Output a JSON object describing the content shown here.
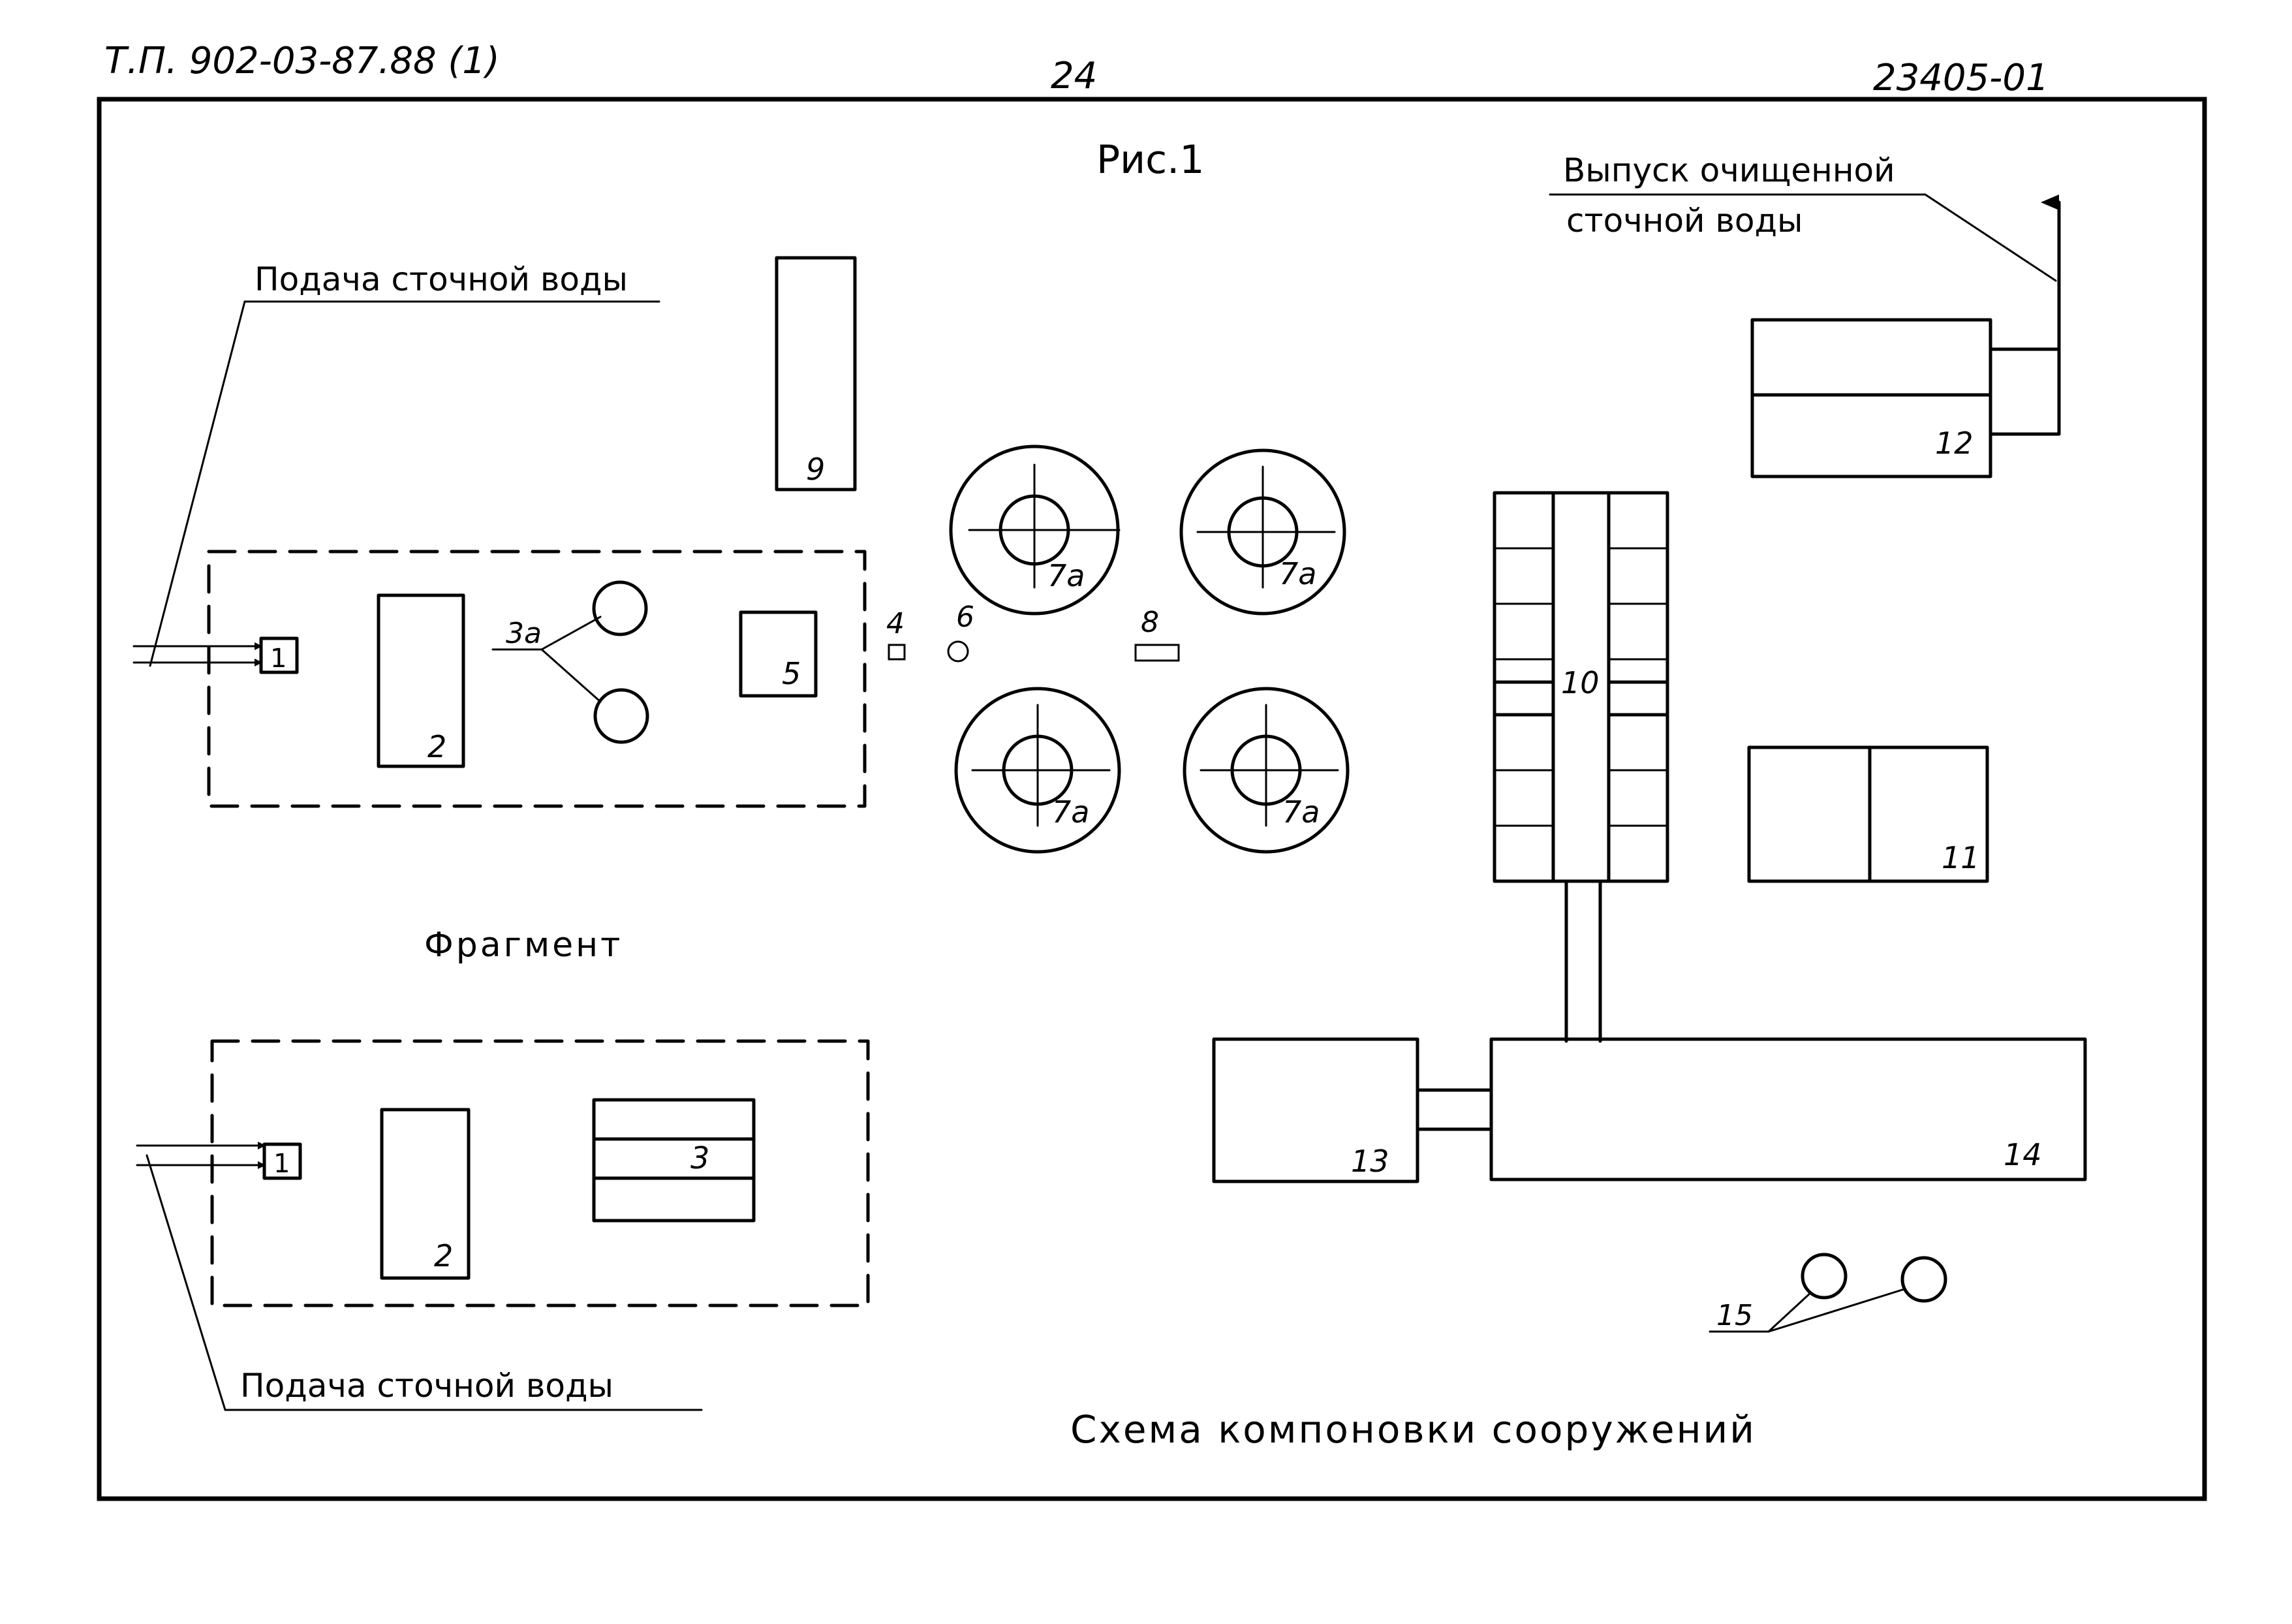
{
  "header": {
    "doc_code": "Т.П. 902-03-87.88 (1)",
    "page_number": "24",
    "inventory_number": "23405-01"
  },
  "figure_title": "Рис.1",
  "caption": "Схема компоновки сооружений",
  "fragment_title": "Фрагмент",
  "inflow_label": "Подача сточной воды",
  "outflow_label_line1": "Выпуск очищенной",
  "outflow_label_line2": "сточной воды",
  "numbers": {
    "n1": "1",
    "n2": "2",
    "n3": "3",
    "n3a": "3а",
    "n4": "4",
    "n5": "5",
    "n6": "6",
    "n7a": "7а",
    "n8": "8",
    "n9": "9",
    "n10": "10",
    "n11": "11",
    "n12": "12",
    "n13": "13",
    "n14": "14",
    "n15": "15"
  }
}
